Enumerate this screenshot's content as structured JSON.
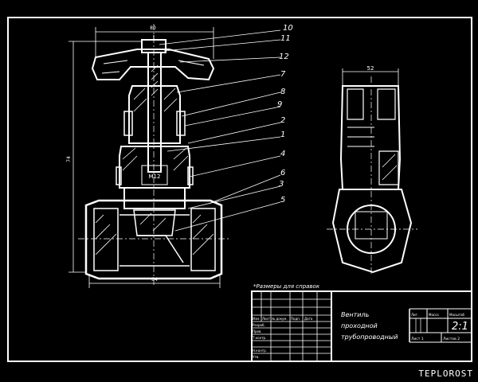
{
  "drawing": {
    "colors": {
      "background": "#000000",
      "line": "#ffffff"
    },
    "main_view": {
      "dim_top_value": "80",
      "dim_height_value": "74",
      "dim_bottom_value": "84",
      "thread_label": "M12"
    },
    "side_view": {
      "dim_top_value": "52"
    },
    "callouts": [
      "10",
      "11",
      "12",
      "7",
      "8",
      "9",
      "2",
      "1",
      "4",
      "6",
      "3",
      "5"
    ],
    "note": "*Размеры для справок",
    "title_block": {
      "name_line1": "Вентиль",
      "name_line2": "проходной",
      "name_line3": "трубопроводный",
      "scale": "2:1",
      "header_cells": [
        "Лит.",
        "Масса",
        "Масштаб"
      ],
      "sheet_label": "Лист 1",
      "sheets_label": "Листов 2",
      "left_rows": [
        "Изм.",
        "Разраб.",
        "Пров.",
        "Т.контр.",
        "Н.контр.",
        "Утв."
      ],
      "left_header": [
        "Лист",
        "№ докум.",
        "Подп.",
        "Дата"
      ]
    },
    "brand": "TEPLOROST"
  }
}
